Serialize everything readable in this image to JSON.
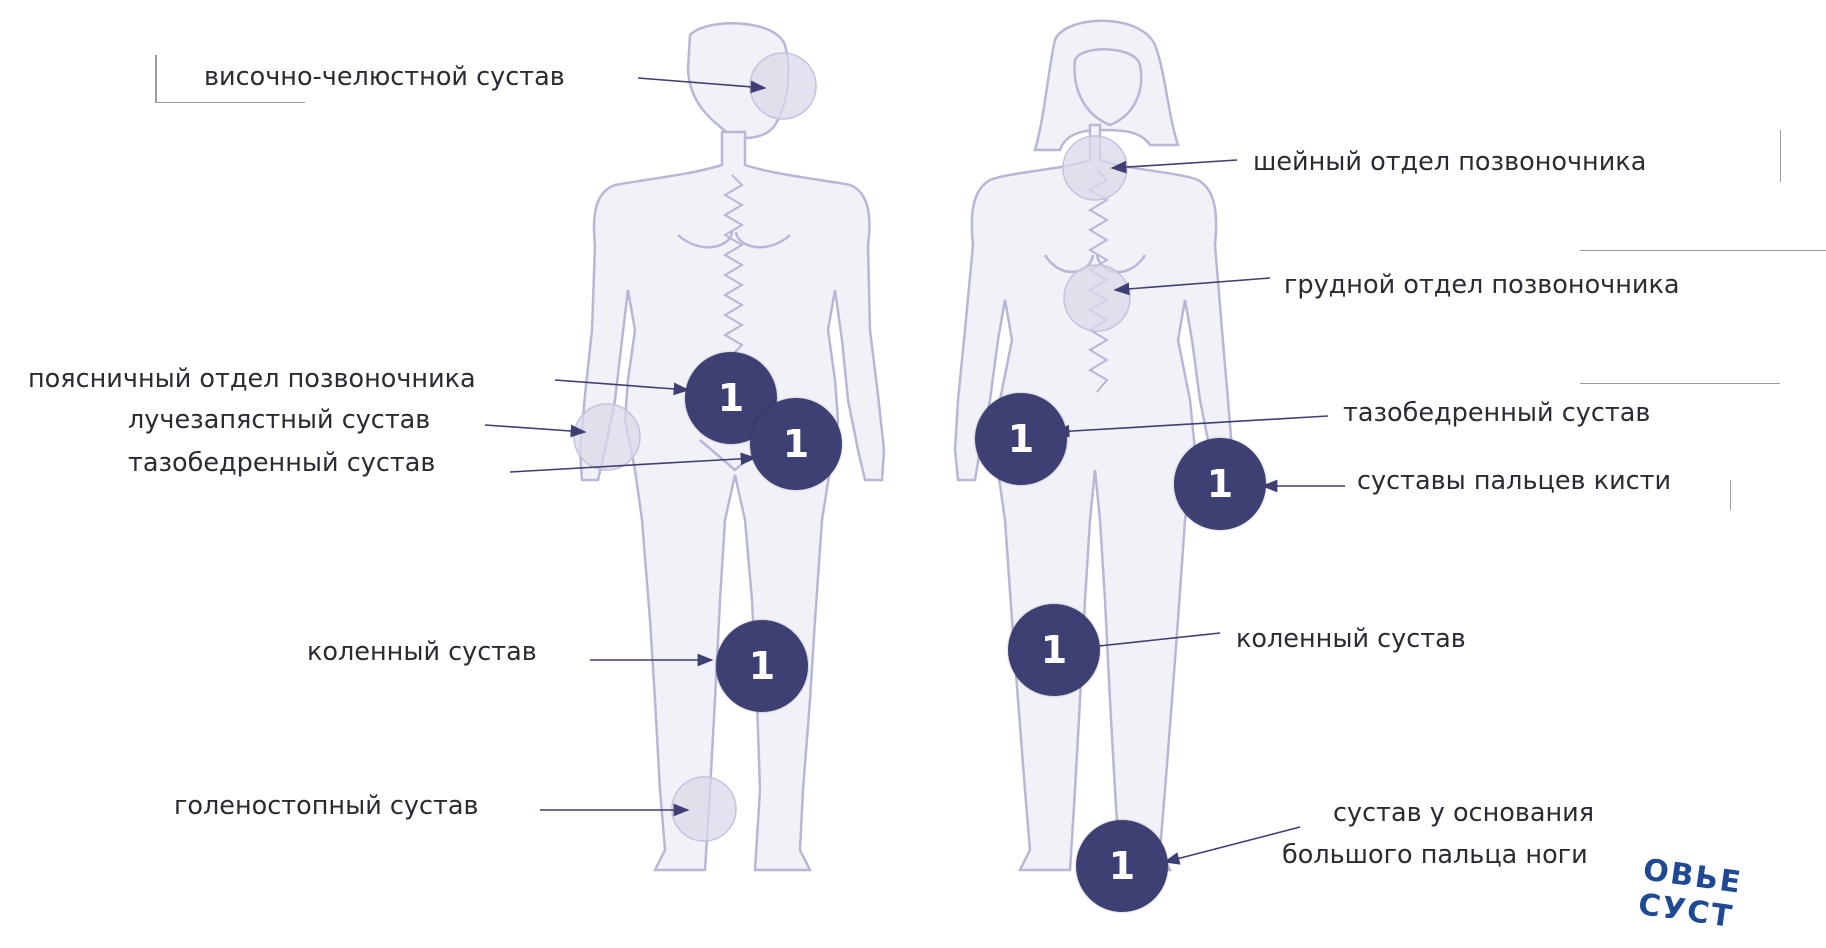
{
  "colors": {
    "badge": "#3e3f72",
    "outline": "#b7b7d6",
    "body_fill": "#f1f1f8",
    "marker": "#d9d9ea",
    "arrow": "#3e3f72"
  },
  "labels": {
    "temporomandibular": "височно-челюстной сустав",
    "lumbar_spine": "поясничный отдел позвоночника",
    "wrist": "лучезапястный сустав",
    "hip_left": "тазобедренный сустав",
    "knee_left": "коленный сустав",
    "ankle": "голеностопный сустав",
    "cervical_spine": "шейный отдел позвоночника",
    "thoracic_spine": "грудной отдел позвоночника",
    "hip_right": "тазобедренный сустав",
    "finger_joints": "суставы пальцев кисти",
    "knee_right": "коленный сустав",
    "big_toe_line1": "сустав у основания",
    "big_toe_line2": "большого пальца ноги"
  },
  "badge_value": "1",
  "stamp_text": "ОВЬЕ СУСТ"
}
